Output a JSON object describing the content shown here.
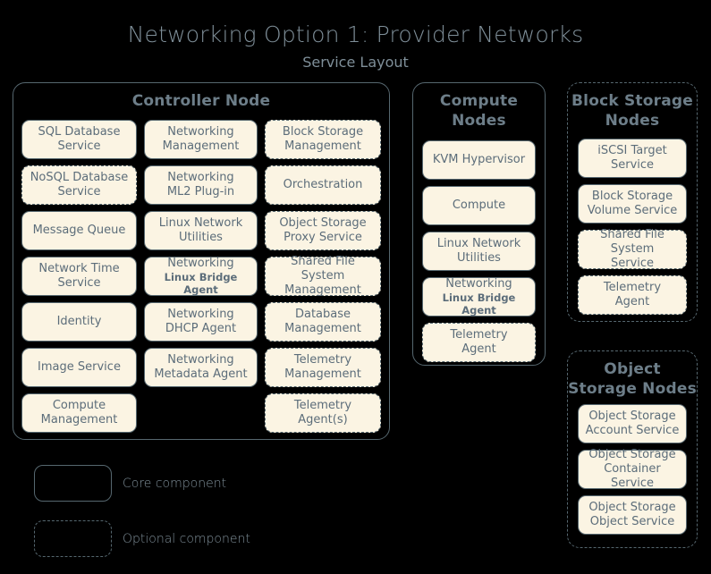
{
  "title": "Networking Option 1: Provider Networks",
  "subtitle": "Service Layout",
  "panels": {
    "controller": {
      "title": "Controller Node",
      "border": "solid",
      "columns": [
        [
          {
            "l1": "SQL Database",
            "l2": "Service",
            "border": "solid"
          },
          {
            "l1": "NoSQL Database",
            "l2": "Service",
            "border": "dashed"
          },
          {
            "l1": "Message Queue",
            "l2": "",
            "border": "solid"
          },
          {
            "l1": "Network Time",
            "l2": "Service",
            "border": "solid"
          },
          {
            "l1": "Identity",
            "l2": "",
            "border": "solid"
          },
          {
            "l1": "Image Service",
            "l2": "",
            "border": "solid"
          },
          {
            "l1": "Compute",
            "l2": "Management",
            "border": "solid"
          }
        ],
        [
          {
            "l1": "Networking",
            "l2": "Management",
            "border": "solid"
          },
          {
            "l1": "Networking",
            "l2": "ML2 Plug-in",
            "border": "solid"
          },
          {
            "l1": "Linux Network",
            "l2": "Utilities",
            "border": "solid"
          },
          {
            "l1": "Networking",
            "l2": "Linux Bridge Agent",
            "border": "solid",
            "small2": true
          },
          {
            "l1": "Networking",
            "l2": "DHCP Agent",
            "border": "solid"
          },
          {
            "l1": "Networking",
            "l2": "Metadata Agent",
            "border": "solid"
          }
        ],
        [
          {
            "l1": "Block Storage",
            "l2": "Management",
            "border": "dashed"
          },
          {
            "l1": "Orchestration",
            "l2": "",
            "border": "dashed"
          },
          {
            "l1": "Object Storage",
            "l2": "Proxy Service",
            "border": "dashed"
          },
          {
            "l1": "Shared File System",
            "l2": "Management",
            "border": "dashed"
          },
          {
            "l1": "Database",
            "l2": "Management",
            "border": "dashed"
          },
          {
            "l1": "Telemetry",
            "l2": "Management",
            "border": "dashed"
          },
          {
            "l1": "Telemetry",
            "l2": "Agent(s)",
            "border": "dashed"
          }
        ]
      ]
    },
    "compute": {
      "title": "Compute\nNodes",
      "title_line1": "Compute",
      "title_line2": "Nodes",
      "border": "solid",
      "items": [
        {
          "l1": "KVM Hypervisor",
          "l2": "",
          "border": "solid"
        },
        {
          "l1": "Compute",
          "l2": "",
          "border": "solid"
        },
        {
          "l1": "Linux Network",
          "l2": "Utilities",
          "border": "solid"
        },
        {
          "l1": "Networking",
          "l2": "Linux Bridge Agent",
          "border": "solid",
          "small2": true
        },
        {
          "l1": "Telemetry",
          "l2": "Agent",
          "border": "dashed"
        }
      ]
    },
    "block_storage": {
      "title_line1": "Block Storage",
      "title_line2": "Nodes",
      "border": "dashed",
      "items": [
        {
          "l1": "iSCSI Target",
          "l2": "Service",
          "border": "solid"
        },
        {
          "l1": "Block Storage",
          "l2": "Volume Service",
          "border": "solid"
        },
        {
          "l1": "Shared File System",
          "l2": "Service",
          "border": "dashed"
        },
        {
          "l1": "Telemetry",
          "l2": "Agent",
          "border": "dashed"
        }
      ]
    },
    "object_storage": {
      "title_line1": "Object",
      "title_line2": "Storage Nodes",
      "border": "dashed",
      "items": [
        {
          "l1": "Object Storage",
          "l2": "Account Service",
          "border": "solid"
        },
        {
          "l1": "Object Storage",
          "l2": "Container Service",
          "border": "solid"
        },
        {
          "l1": "Object Storage",
          "l2": "Object Service",
          "border": "solid"
        }
      ]
    }
  },
  "legend": [
    {
      "style": "solid",
      "label": "Core component"
    },
    {
      "style": "dashed",
      "label": "Optional component"
    }
  ],
  "colors": {
    "background": "#000000",
    "box_fill": "#fbf4e3",
    "stroke": "#56676f",
    "box_text": "#5c6d7a",
    "title_text": "#7f8f99",
    "panel_title_text": "#6d7e89"
  }
}
